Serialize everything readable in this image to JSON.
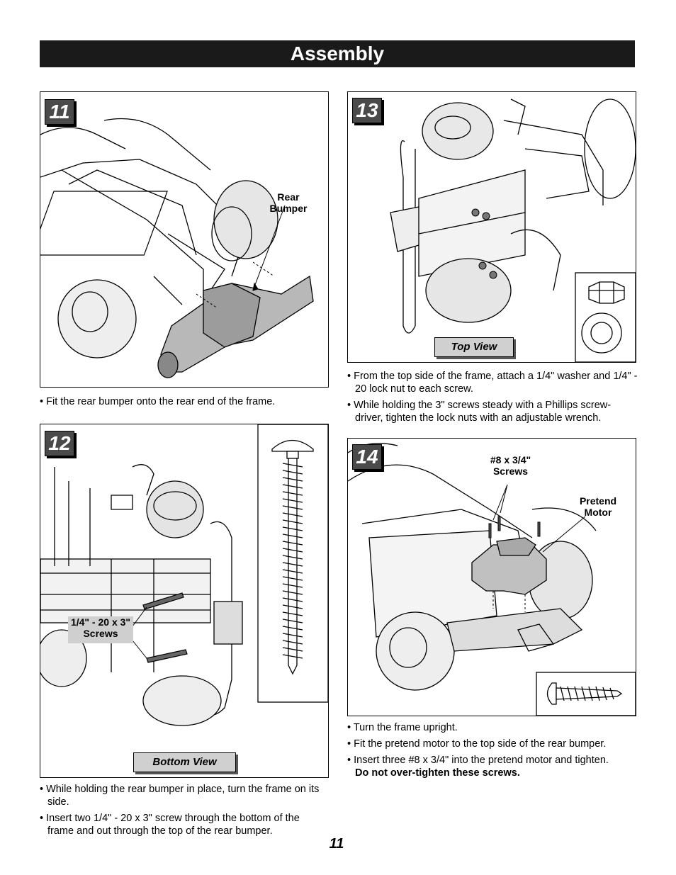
{
  "header": {
    "title": "Assembly"
  },
  "step11": {
    "number": "11",
    "callout_bumper": "Rear\nBumper",
    "instructions": [
      "Fit the rear bumper onto the rear end of the frame."
    ]
  },
  "step12": {
    "number": "12",
    "callout_screws": "1/4\" - 20 x 3\"\nScrews",
    "view_label": "Bottom View",
    "instructions": [
      "While holding the rear bumper in place, turn the frame on its side.",
      "Insert two 1/4\" - 20 x 3\" screw through the bottom of the frame and out through the top of the rear bumper."
    ]
  },
  "step13": {
    "number": "13",
    "view_label": "Top View",
    "instructions": [
      "From the top side of the frame, attach a 1/4\" washer and 1/4\" - 20 lock nut to each screw.",
      "While holding the 3\" screws steady with a Phillips screw-driver, tighten the lock nuts with an adjustable wrench."
    ]
  },
  "step14": {
    "number": "14",
    "callout_screws": "#8 x 3/4\"\nScrews",
    "callout_motor": "Pretend\nMotor",
    "instructions": [
      "Turn the frame upright.",
      "Fit the pretend motor to the top side of the rear bumper.",
      "Insert three #8 x 3/4\" into the pretend motor and tighten."
    ],
    "warning": "Do not over-tighten these screws."
  },
  "page_number": "11"
}
